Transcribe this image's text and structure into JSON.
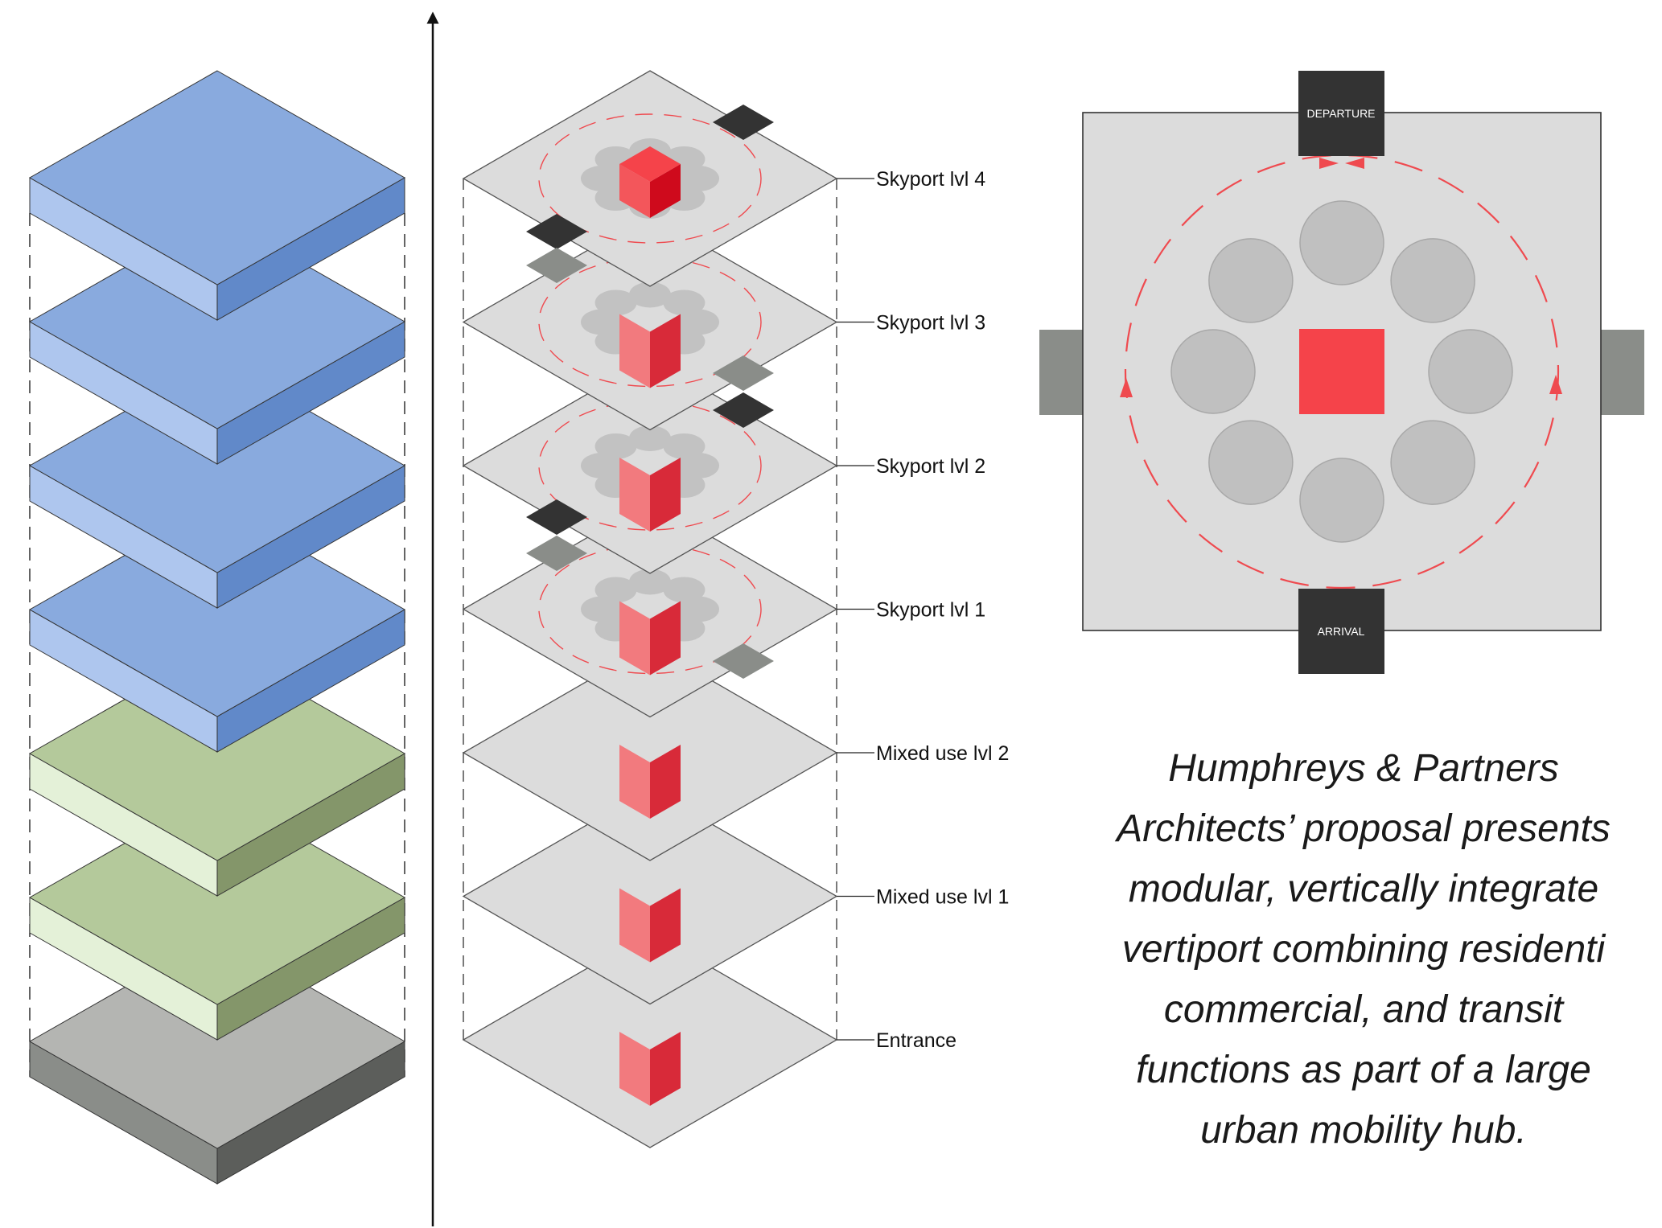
{
  "stack_levels": [
    {
      "color_top": "#89aade",
      "color_left": "#aec6ee",
      "color_right": "#6189c9"
    },
    {
      "color_top": "#89aade",
      "color_left": "#aec6ee",
      "color_right": "#6189c9"
    },
    {
      "color_top": "#89aade",
      "color_left": "#aec6ee",
      "color_right": "#6189c9"
    },
    {
      "color_top": "#89aade",
      "color_left": "#aec6ee",
      "color_right": "#6189c9"
    },
    {
      "color_top": "#b4c99b",
      "color_left": "#e4f1d8",
      "color_right": "#84966a"
    },
    {
      "color_top": "#b4c99b",
      "color_left": "#e4f1d8",
      "color_right": "#84966a"
    },
    {
      "color_top": "#b4b5b2",
      "color_left": "#8a8d89",
      "color_right": "#5c5e5b"
    }
  ],
  "floor_labels": [
    {
      "text": "Skyport lvl 4",
      "pads": true,
      "cube": true
    },
    {
      "text": "Skyport lvl 3",
      "pads": true,
      "cube": false
    },
    {
      "text": "Skyport lvl 2",
      "pads": true,
      "cube": false
    },
    {
      "text": "Skyport lvl 1",
      "pads": true,
      "cube": false
    },
    {
      "text": "Mixed use lvl 2",
      "pads": false,
      "cube": false
    },
    {
      "text": "Mixed use lvl 1",
      "pads": false,
      "cube": false
    },
    {
      "text": "Entrance",
      "pads": false,
      "cube": false
    }
  ],
  "plan": {
    "departure_label": "DEPARTURE",
    "arrival_label": "ARRIVAL",
    "core_color": "#f5434a",
    "pad_color": "#c0c0c0",
    "flight_path_color": "#ef4a4f"
  },
  "caption_lines": [
    "Humphreys & Partners",
    "Architects’ proposal presents",
    "modular, vertically integrate",
    "vertiport combining residenti",
    "commercial, and transit",
    "functions as part of a large",
    "urban mobility hub."
  ]
}
